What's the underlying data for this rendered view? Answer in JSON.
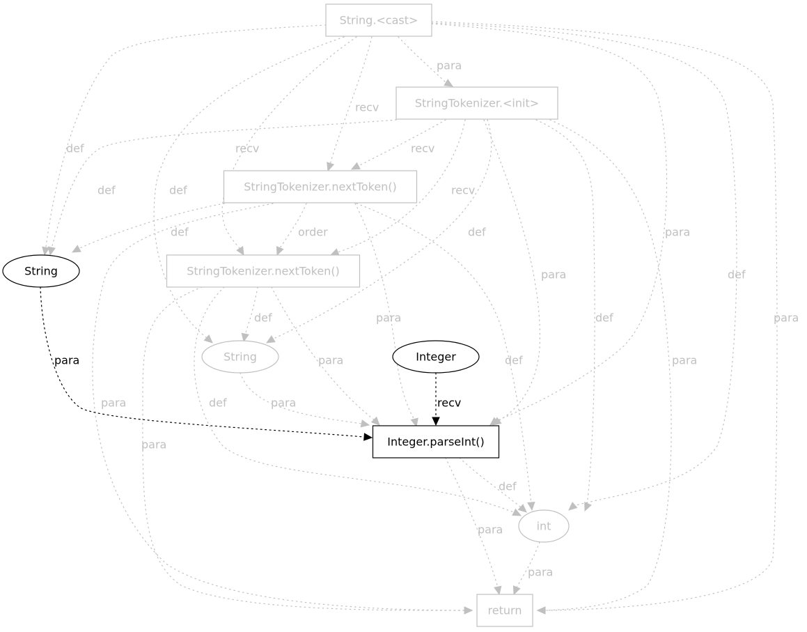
{
  "colors": {
    "active": "#000000",
    "inactive": "#c0c0c0"
  },
  "nodes": {
    "cast": {
      "label": "String.<cast>",
      "shape": "box",
      "active": false
    },
    "init": {
      "label": "StringTokenizer.<init>",
      "shape": "box",
      "active": false
    },
    "next1": {
      "label": "StringTokenizer.nextToken()",
      "shape": "box",
      "active": false
    },
    "next2": {
      "label": "StringTokenizer.nextToken()",
      "shape": "box",
      "active": false
    },
    "string1": {
      "label": "String",
      "shape": "ellipse",
      "active": true
    },
    "string2": {
      "label": "String",
      "shape": "ellipse",
      "active": false
    },
    "integer": {
      "label": "Integer",
      "shape": "ellipse",
      "active": true
    },
    "parseInt": {
      "label": "Integer.parseInt()",
      "shape": "box",
      "active": true
    },
    "int": {
      "label": "int",
      "shape": "ellipse",
      "active": false
    },
    "ret": {
      "label": "return",
      "shape": "box",
      "active": false
    }
  },
  "edges": [
    {
      "from": "cast",
      "to": "init",
      "label": "para",
      "active": false
    },
    {
      "from": "cast",
      "to": "next1",
      "label": "recv",
      "active": false
    },
    {
      "from": "cast",
      "to": "next2",
      "label": "recv",
      "active": false
    },
    {
      "from": "cast",
      "to": "string1",
      "label": "def",
      "active": false
    },
    {
      "from": "cast",
      "to": "string2",
      "label": "def",
      "active": false
    },
    {
      "from": "cast",
      "to": "parseInt",
      "label": "para",
      "active": false
    },
    {
      "from": "cast",
      "to": "int",
      "label": "def",
      "active": false
    },
    {
      "from": "cast",
      "to": "ret",
      "label": "para",
      "active": false
    },
    {
      "from": "init",
      "to": "next1",
      "label": "recv",
      "active": false
    },
    {
      "from": "init",
      "to": "next2",
      "label": "recv",
      "active": false
    },
    {
      "from": "init",
      "to": "string1",
      "label": "def",
      "active": false
    },
    {
      "from": "init",
      "to": "string2",
      "label": "def",
      "active": false
    },
    {
      "from": "init",
      "to": "parseInt",
      "label": "para",
      "active": false
    },
    {
      "from": "init",
      "to": "int",
      "label": "def",
      "active": false
    },
    {
      "from": "init",
      "to": "ret",
      "label": "para",
      "active": false
    },
    {
      "from": "next1",
      "to": "next2",
      "label": "order",
      "active": false
    },
    {
      "from": "next1",
      "to": "string1",
      "label": "def",
      "active": false
    },
    {
      "from": "next1",
      "to": "parseInt",
      "label": "para",
      "active": false
    },
    {
      "from": "next1",
      "to": "int",
      "label": "def",
      "active": false
    },
    {
      "from": "next1",
      "to": "ret",
      "label": "para",
      "active": false
    },
    {
      "from": "next2",
      "to": "string2",
      "label": "def",
      "active": false
    },
    {
      "from": "next2",
      "to": "parseInt",
      "label": "para",
      "active": false
    },
    {
      "from": "next2",
      "to": "int",
      "label": "def",
      "active": false
    },
    {
      "from": "next2",
      "to": "ret",
      "label": "para",
      "active": false
    },
    {
      "from": "string1",
      "to": "parseInt",
      "label": "para",
      "active": true
    },
    {
      "from": "string2",
      "to": "parseInt",
      "label": "para",
      "active": false
    },
    {
      "from": "integer",
      "to": "parseInt",
      "label": "recv",
      "active": true
    },
    {
      "from": "parseInt",
      "to": "int",
      "label": "def",
      "active": false
    },
    {
      "from": "parseInt",
      "to": "ret",
      "label": "para",
      "active": false
    },
    {
      "from": "int",
      "to": "ret",
      "label": "para",
      "active": false
    }
  ]
}
